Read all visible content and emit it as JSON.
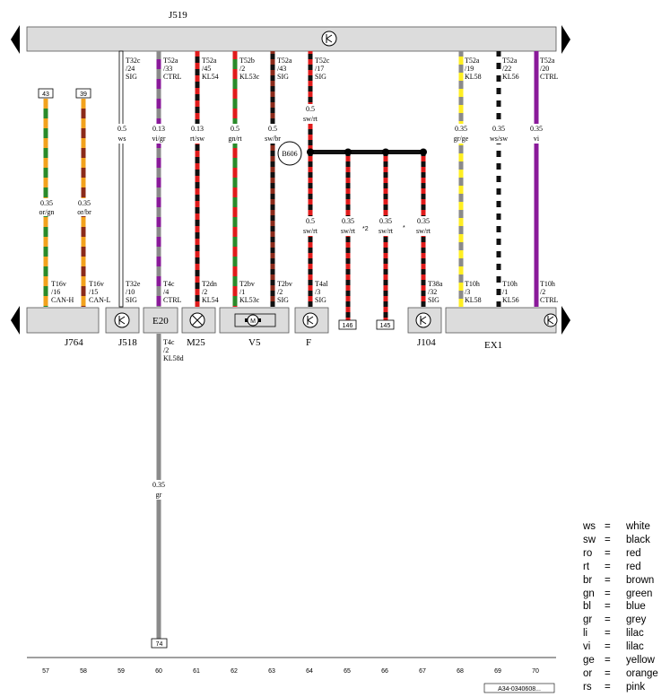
{
  "title": "J519",
  "doc_ref": "A34-0340608...",
  "modules": {
    "j764": "J764",
    "j518": "J518",
    "e20": "E20",
    "m25": "M25",
    "v5": "V5",
    "f": "F",
    "j104": "J104",
    "ex1": "EX1"
  },
  "wires": [
    {
      "id": "w57",
      "top_pin": "",
      "top_func": "",
      "gauge": "0.35",
      "color": "or/gn",
      "bot_conn": "T16v",
      "bot_pin": "/16",
      "bot_func": "CAN-H",
      "tag": "43"
    },
    {
      "id": "w58",
      "top_pin": "",
      "top_func": "",
      "gauge": "0.35",
      "color": "or/br",
      "bot_conn": "T16v",
      "bot_pin": "/15",
      "bot_func": "CAN-L",
      "tag": "39"
    },
    {
      "id": "w59",
      "top_conn": "T32c",
      "top_pin": "/24",
      "top_func": "SIG",
      "gauge": "0.5",
      "color": "ws",
      "bot_conn": "T32e",
      "bot_pin": "/10",
      "bot_func": "SIG"
    },
    {
      "id": "w60",
      "top_conn": "T52a",
      "top_pin": "/33",
      "top_func": "CTRL",
      "gauge": "0.13",
      "color": "vi/gr",
      "bot_conn": "T4c",
      "bot_pin": "/4",
      "bot_func": "CTRL"
    },
    {
      "id": "w61",
      "top_conn": "T52a",
      "top_pin": "/45",
      "top_func": "KL54",
      "gauge": "0.13",
      "color": "rt/sw",
      "bot_conn": "T2dn",
      "bot_pin": "/2",
      "bot_func": "KL54"
    },
    {
      "id": "w62",
      "top_conn": "T52b",
      "top_pin": "/2",
      "top_func": "KL53c",
      "gauge": "0.5",
      "color": "gn/rt",
      "bot_conn": "T2bv",
      "bot_pin": "/1",
      "bot_func": "KL53c"
    },
    {
      "id": "w63",
      "top_conn": "T52a",
      "top_pin": "/43",
      "top_func": "SIG",
      "gauge": "0.5",
      "color": "sw/br",
      "bot_conn": "T2bv",
      "bot_pin": "/2",
      "bot_func": "SIG"
    },
    {
      "id": "w64",
      "top_conn": "T52c",
      "top_pin": "/17",
      "top_func": "SIG",
      "gauge": "0.5",
      "color": "sw/rt",
      "gauge2": "0.5",
      "color2": "sw/rt",
      "bot_conn": "T4al",
      "bot_pin": "/3",
      "bot_func": "SIG"
    },
    {
      "id": "w65",
      "gauge": "0.35",
      "color": "sw/rt",
      "tag": "146"
    },
    {
      "id": "w66",
      "gauge": "0.35",
      "color": "sw/rt",
      "tag": "145"
    },
    {
      "id": "w67",
      "gauge": "0.35",
      "color": "sw/rt",
      "bot_conn": "T38a",
      "bot_pin": "/32",
      "bot_func": "SIG"
    },
    {
      "id": "w68",
      "top_conn": "T52a",
      "top_pin": "/19",
      "top_func": "KL58",
      "gauge": "0.35",
      "color": "gr/ge",
      "bot_conn": "T10h",
      "bot_pin": "/3",
      "bot_func": "KL58"
    },
    {
      "id": "w69",
      "top_conn": "T52a",
      "top_pin": "/22",
      "top_func": "KL56",
      "gauge": "0.35",
      "color": "ws/sw",
      "bot_conn": "T10h",
      "bot_pin": "/1",
      "bot_func": "KL56"
    },
    {
      "id": "w70",
      "top_conn": "T52a",
      "top_pin": "/20",
      "top_func": "CTRL",
      "gauge": "0.35",
      "color": "vi",
      "bot_conn": "T10h",
      "bot_pin": "/2",
      "bot_func": "CTRL"
    }
  ],
  "e20_out": {
    "conn": "T4c",
    "pin": "/2",
    "func": "KL58d",
    "gauge": "0.35",
    "color": "gr",
    "tag": "74"
  },
  "splice": "B606",
  "refs": {
    "r2": "*2",
    "r1": "*"
  },
  "track_numbers": [
    "57",
    "58",
    "59",
    "60",
    "61",
    "62",
    "63",
    "64",
    "65",
    "66",
    "67",
    "68",
    "69",
    "70"
  ],
  "legend": [
    {
      "ab": "ws",
      "nm": "white"
    },
    {
      "ab": "sw",
      "nm": "black"
    },
    {
      "ab": "ro",
      "nm": "red"
    },
    {
      "ab": "rt",
      "nm": "red"
    },
    {
      "ab": "br",
      "nm": "brown"
    },
    {
      "ab": "gn",
      "nm": "green"
    },
    {
      "ab": "bl",
      "nm": "blue"
    },
    {
      "ab": "gr",
      "nm": "grey"
    },
    {
      "ab": "li",
      "nm": "lilac"
    },
    {
      "ab": "vi",
      "nm": "lilac"
    },
    {
      "ab": "ge",
      "nm": "yellow"
    },
    {
      "ab": "or",
      "nm": "orange"
    },
    {
      "ab": "rs",
      "nm": "pink"
    }
  ],
  "equals": "=",
  "colors": {
    "orange": "#f2a21d",
    "green": "#2a8a2a",
    "brown": "#8b2a1a",
    "purple": "#8a1a9a",
    "grey": "#8a8a8a",
    "red": "#e01b1b",
    "black": "#111111",
    "yellow": "#ffee22",
    "white": "#ffffff",
    "bar": "#dcdcdc"
  }
}
